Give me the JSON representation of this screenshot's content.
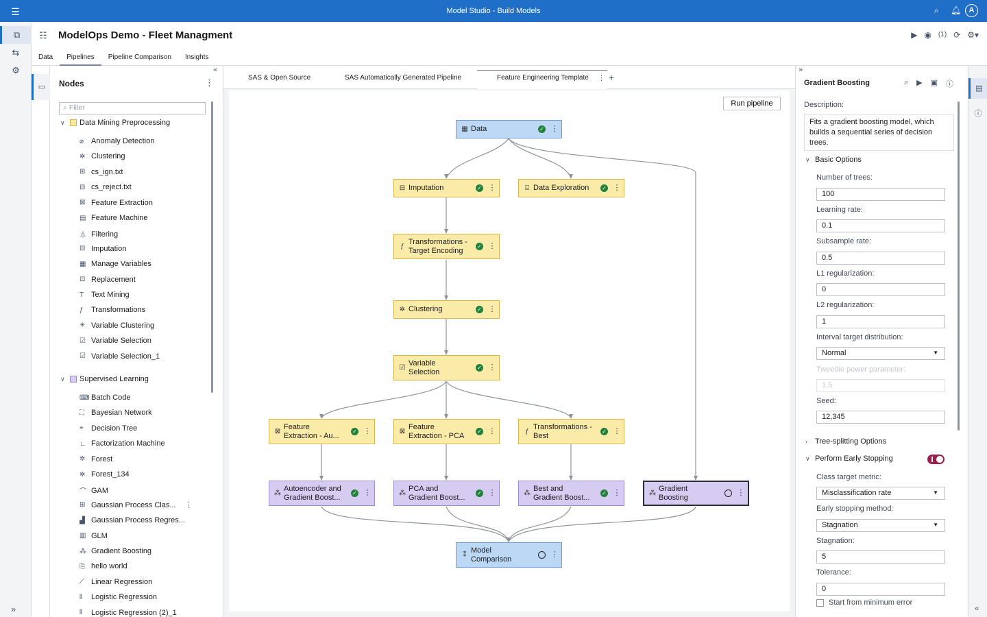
{
  "topbar": {
    "title": "Model Studio - Build Models",
    "avatar": "A",
    "icons": [
      "menu-icon",
      "search-icon",
      "bell-icon",
      "avatar"
    ]
  },
  "header": {
    "title": "ModelOps Demo - Fleet Managment",
    "tabs": [
      {
        "label": "Data"
      },
      {
        "label": "Pipelines",
        "active": true
      },
      {
        "label": "Pipeline Comparison"
      },
      {
        "label": "Insights"
      }
    ],
    "run_count": "(1)"
  },
  "nodes_panel": {
    "title": "Nodes",
    "filter_placeholder": "Filter",
    "groups": [
      {
        "label": "Data Mining Preprocessing",
        "color": "#fbe8a6",
        "items": [
          "Anomaly Detection",
          "Clustering",
          "cs_ign.txt",
          "cs_reject.txt",
          "Feature Extraction",
          "Feature Machine",
          "Filtering",
          "Imputation",
          "Manage Variables",
          "Replacement",
          "Text Mining",
          "Transformations",
          "Variable Clustering",
          "Variable Selection",
          "Variable Selection_1"
        ]
      },
      {
        "label": "Supervised Learning",
        "color": "#d6ccf2",
        "items": [
          "Batch Code",
          "Bayesian Network",
          "Decision Tree",
          "Factorization Machine",
          "Forest",
          "Forest_134",
          "GAM",
          "Gaussian Process Clas...",
          "Gaussian Process Regres...",
          "GLM",
          "Gradient Boosting",
          "hello world",
          "Linear Regression",
          "Logistic Regression",
          "Logistic Regression (2)_1"
        ]
      }
    ]
  },
  "pipeline_tabs": [
    {
      "label": "SAS & Open Source"
    },
    {
      "label": "SAS Automatically Generated Pipeline"
    },
    {
      "label": "Feature Engineering Template",
      "active": true
    }
  ],
  "canvas": {
    "run_button": "Run pipeline",
    "nodes": {
      "data": {
        "line1": "Data",
        "line2": ""
      },
      "imputation": {
        "line1": "Imputation",
        "line2": ""
      },
      "exploration": {
        "line1": "Data Exploration",
        "line2": ""
      },
      "transform_target": {
        "line1": "Transformations -",
        "line2": "Target Encoding"
      },
      "clustering": {
        "line1": "Clustering",
        "line2": ""
      },
      "varsel": {
        "line1": "Variable",
        "line2": "Selection"
      },
      "fe_auto": {
        "line1": "Feature",
        "line2": "Extraction - Au..."
      },
      "fe_pca": {
        "line1": "Feature",
        "line2": "Extraction - PCA"
      },
      "transform_best": {
        "line1": "Transformations -",
        "line2": "Best"
      },
      "gb_auto": {
        "line1": "Autoencoder and",
        "line2": "Gradient Boost..."
      },
      "gb_pca": {
        "line1": "PCA and",
        "line2": "Gradient Boost..."
      },
      "gb_best": {
        "line1": "Best and",
        "line2": "Gradient Boost..."
      },
      "gb": {
        "line1": "Gradient",
        "line2": "Boosting"
      },
      "model_comp": {
        "line1": "Model",
        "line2": "Comparison"
      }
    }
  },
  "properties": {
    "title": "Gradient Boosting",
    "description_label": "Description:",
    "description": "Fits a gradient boosting model, which builds a sequential series of decision trees.",
    "basic_options": "Basic Options",
    "fields": {
      "num_trees": {
        "label": "Number of trees:",
        "value": "100"
      },
      "learning_rate": {
        "label": "Learning rate:",
        "value": "0.1"
      },
      "subsample": {
        "label": "Subsample rate:",
        "value": "0.5"
      },
      "l1": {
        "label": "L1 regularization:",
        "value": "0"
      },
      "l2": {
        "label": "L2 regularization:",
        "value": "1"
      },
      "interval_dist": {
        "label": "Interval target distribution:",
        "value": "Normal"
      },
      "tweedie": {
        "label": "Tweedie power parameter:",
        "value": "1.5"
      },
      "seed": {
        "label": "Seed:",
        "value": "12,345"
      }
    },
    "tree_splitting": "Tree-splitting Options",
    "early_stopping": "Perform Early Stopping",
    "early_stopping_on": true,
    "es_fields": {
      "class_metric": {
        "label": "Class target metric:",
        "value": "Misclassification rate"
      },
      "es_method": {
        "label": "Early stopping method:",
        "value": "Stagnation"
      },
      "stagnation": {
        "label": "Stagnation:",
        "value": "5"
      },
      "tolerance": {
        "label": "Tolerance:",
        "value": "0"
      }
    },
    "start_min_error": "Start from minimum error"
  }
}
